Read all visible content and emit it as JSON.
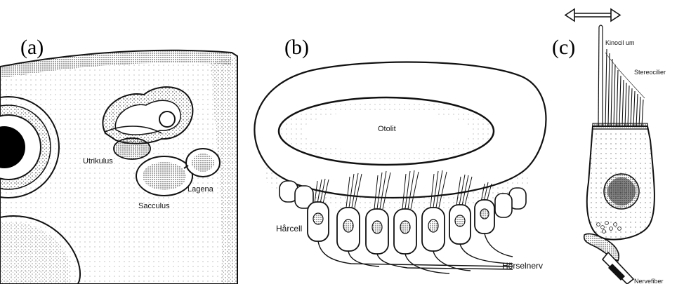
{
  "panels": {
    "a": {
      "letter": "(a)",
      "labels": {
        "utrikulus": "Utrikulus",
        "lagena": "Lagena",
        "sacculus": "Sacculus"
      }
    },
    "b": {
      "letter": "(b)",
      "labels": {
        "otolit": "Otolit",
        "harcell": "Hårcell",
        "horselnerv": "Hörselnerv"
      }
    },
    "c": {
      "letter": "(c)",
      "labels": {
        "kinocilium": "Kinocil um",
        "stereocilier": "Stereocilier",
        "nervefiber": "Nervefiber"
      }
    }
  },
  "colors": {
    "ink": "#111111",
    "paper": "#ffffff",
    "stipple": "#333333"
  }
}
